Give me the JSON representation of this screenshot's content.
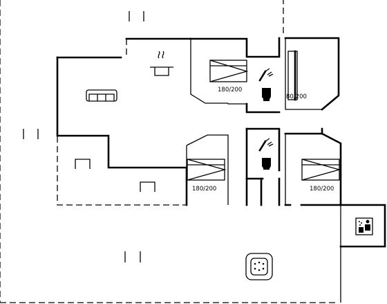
{
  "floorplan": {
    "rooms": {
      "bedroom_upper_middle": {
        "bed_size": "180/200"
      },
      "bedroom_right_upper": {
        "bed_size": "80/200"
      },
      "bedroom_lower_middle": {
        "bed_size": "180/200"
      },
      "bedroom_lower_right": {
        "bed_size": "180/200"
      }
    },
    "icons": [
      "sofa-icon",
      "cooking-pot-icon",
      "shower-icon",
      "toilet-icon",
      "sauna-icon",
      "hot-tub-icon"
    ]
  }
}
